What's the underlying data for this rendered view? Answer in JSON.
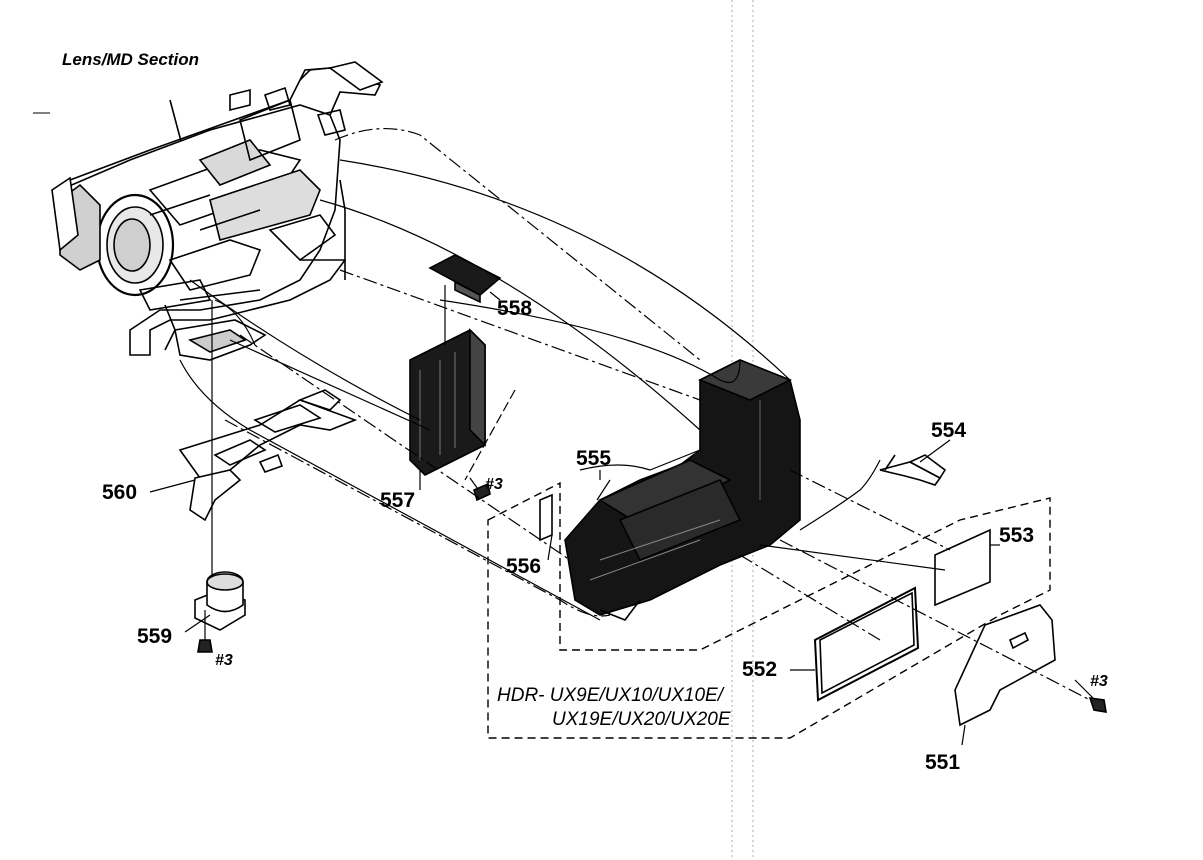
{
  "section_title": "Lens/MD Section",
  "parts": {
    "p551": "551",
    "p552": "552",
    "p553": "553",
    "p554": "554",
    "p555": "555",
    "p556": "556",
    "p557": "557",
    "p558": "558",
    "p559": "559",
    "p560": "560"
  },
  "screws": {
    "s1": "#3",
    "s2": "#3",
    "s3": "#3"
  },
  "model_note": {
    "line1": "HDR- UX9E/UX10/UX10E/",
    "line2": "UX19E/UX20/UX20E"
  }
}
